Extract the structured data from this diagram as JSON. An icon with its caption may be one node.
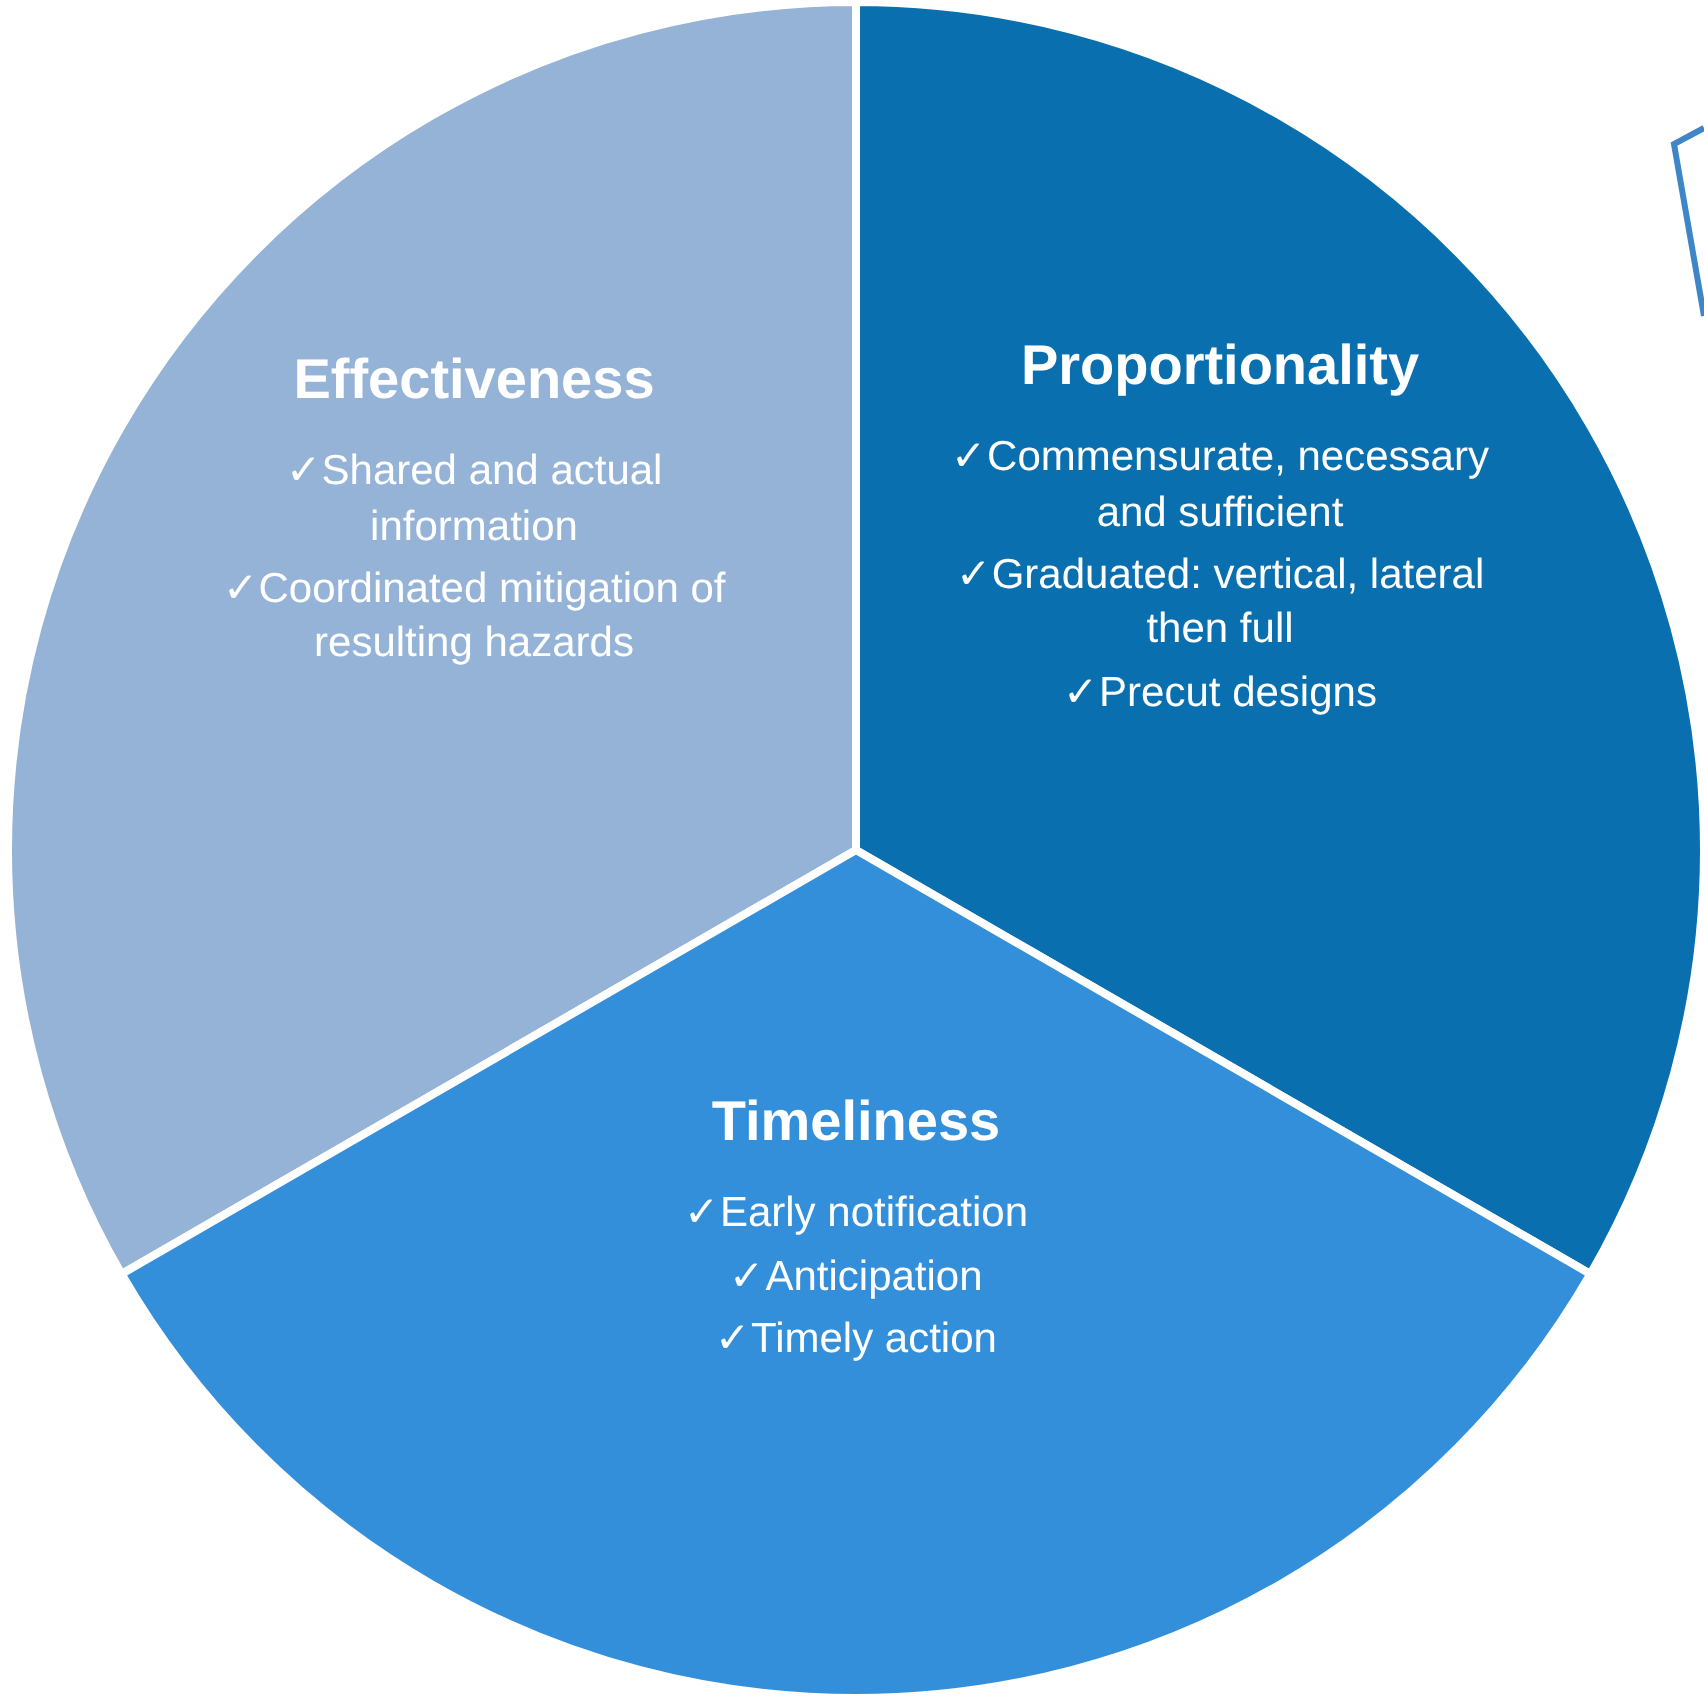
{
  "diagram": {
    "nodes": [
      {
        "text": [
          "Effectiveness",
          "✓Shared and actual information",
          "✓Coordinated mitigation of resulting hazards"
        ]
      },
      {
        "text": [
          "Proportionality",
          "✓Commensurate, necessary and sufficient",
          "✓Graduated: vertical, lateral then full",
          "✓Precut designs"
        ]
      },
      {
        "text": [
          "Timeliness",
          "✓Early notification",
          "✓Anticipation",
          "✓Timely action"
        ]
      }
    ]
  }
}
